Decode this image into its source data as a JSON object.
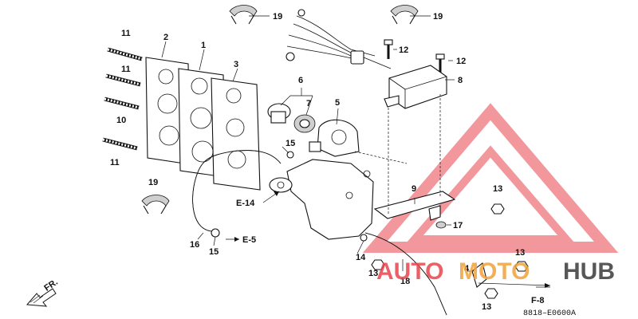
{
  "diagram": {
    "part_labels": {
      "p1": "1",
      "p2": "2",
      "p3": "3",
      "p4": "4",
      "p5": "5",
      "p6": "6",
      "p7": "7",
      "p8": "8",
      "p9": "9",
      "p10": "10",
      "p11a": "11",
      "p11b": "11",
      "p11c": "11",
      "p12a": "12",
      "p12b": "12",
      "p13a": "13",
      "p13b": "13",
      "p13c": "13",
      "p13d": "13",
      "p14": "14",
      "p15a": "15",
      "p15b": "15",
      "p16": "16",
      "p17": "17",
      "p18": "18",
      "p19a": "19",
      "p19b": "19",
      "p19c": "19"
    },
    "references": {
      "e14": "E-14",
      "e5": "E-5",
      "f8": "F-8",
      "front": "FR."
    },
    "drawing_code": "8818–E0600A"
  },
  "watermark": {
    "text_a": "AUTO",
    "text_b": "MOTO",
    "text_c": "HUB",
    "color_red": "#e8454d",
    "color_orange": "#f0a23a",
    "color_dark": "#3a3a3a"
  }
}
